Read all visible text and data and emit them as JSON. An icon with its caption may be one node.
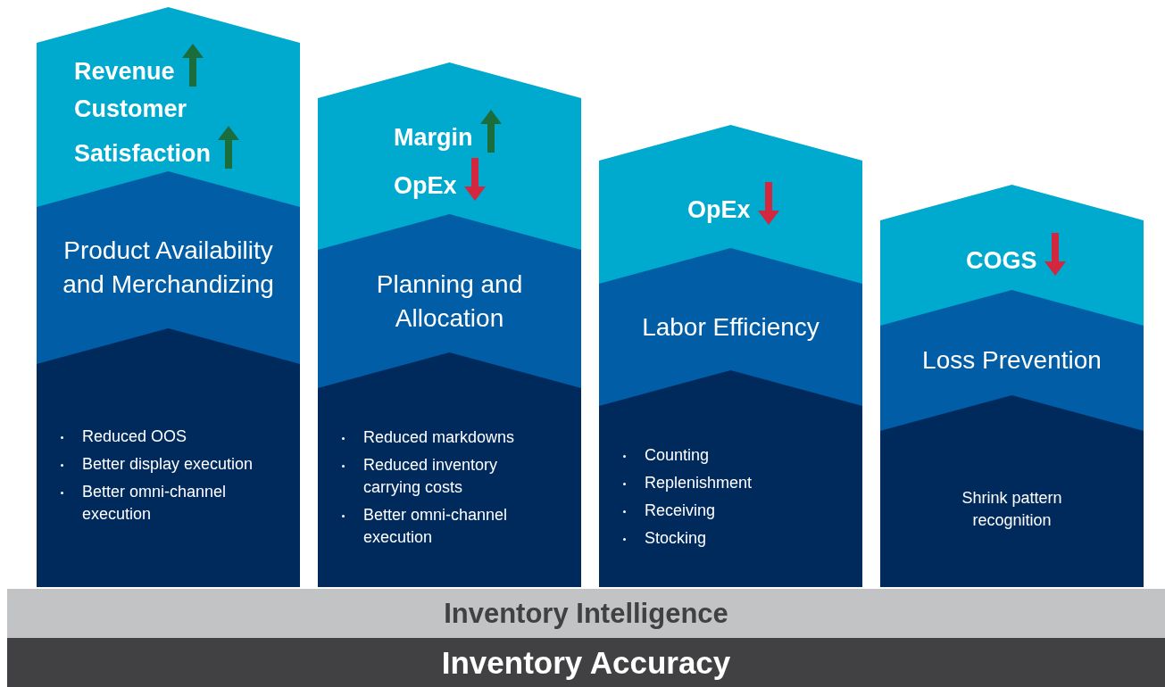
{
  "diagram": {
    "nodes": [
      {
        "text": [
          "Revenue",
          "Customer Satisfaction"
        ]
      },
      {
        "text": [
          "Product Availability and Merchandizing"
        ]
      },
      {
        "text": [
          "Reduced OOS",
          "Better display execution",
          "Better omni-channel execution"
        ]
      },
      {
        "text": [
          "Margin",
          "OpEx"
        ]
      },
      {
        "text": [
          "Planning and Allocation"
        ]
      },
      {
        "text": [
          "Reduced markdowns",
          "Reduced inventory carrying costs",
          "Better omni-channel execution"
        ]
      },
      {
        "text": [
          "OpEx"
        ]
      },
      {
        "text": [
          "Labor Efficiency"
        ]
      },
      {
        "text": [
          "Counting",
          "Replenishment",
          "Receiving",
          "Stocking"
        ]
      },
      {
        "text": [
          "COGS"
        ]
      },
      {
        "text": [
          "Loss Prevention"
        ]
      },
      {
        "text": [
          "Shrink pattern recognition"
        ]
      },
      {
        "text": [
          "Inventory Intelligence"
        ]
      },
      {
        "text": [
          "Inventory Accuracy"
        ]
      }
    ]
  }
}
